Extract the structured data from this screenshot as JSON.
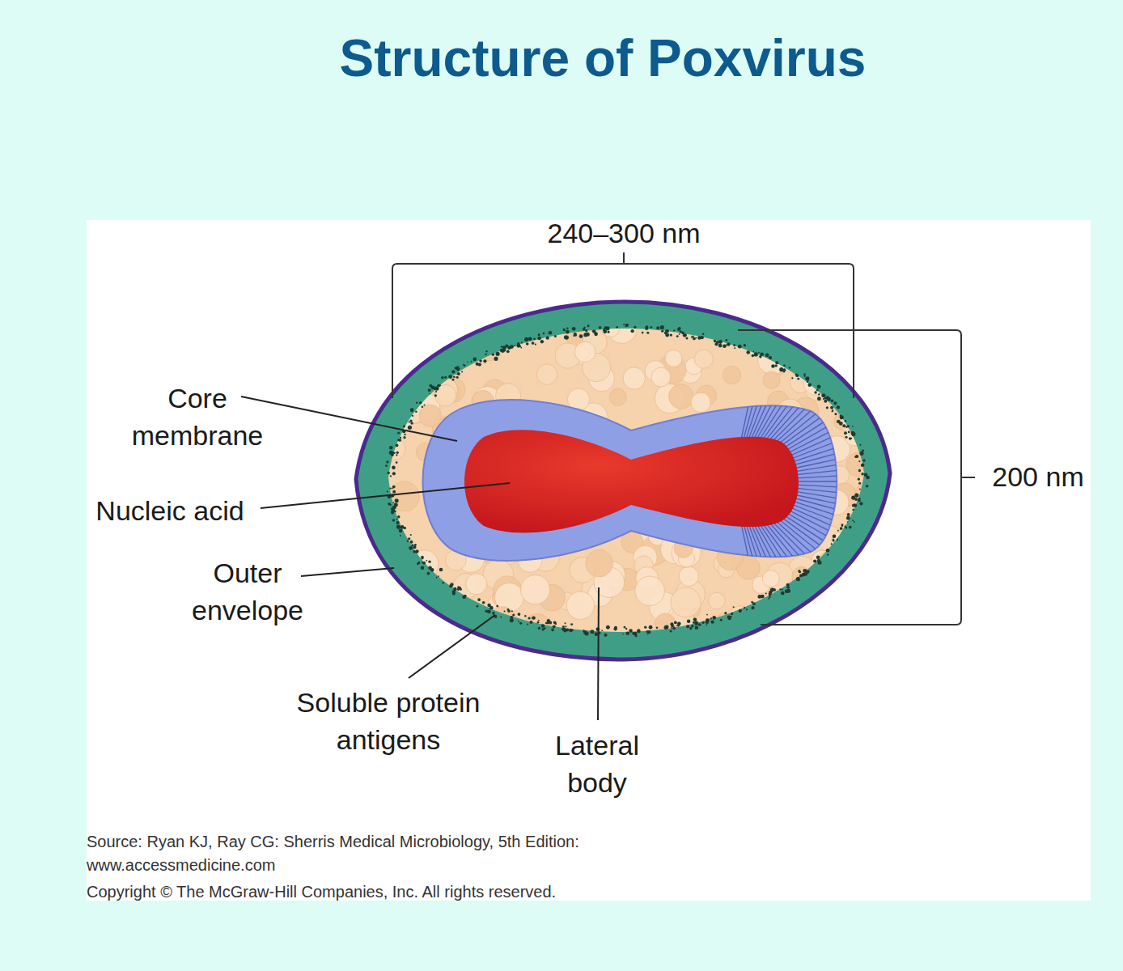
{
  "diagram": {
    "title": "Structure of Poxvirus",
    "labels": [
      "240–300 nm",
      "200 nm",
      "Core membrane",
      "Nucleic acid",
      "Outer envelope",
      "Soluble protein antigens",
      "Lateral body",
      "Source: Ryan KJ, Ray CG: Sherris Medical Microbiology, 5th Edition: www.accessmedicine.com",
      "Copyright © The McGraw-Hill Companies, Inc. All rights reserved."
    ]
  }
}
